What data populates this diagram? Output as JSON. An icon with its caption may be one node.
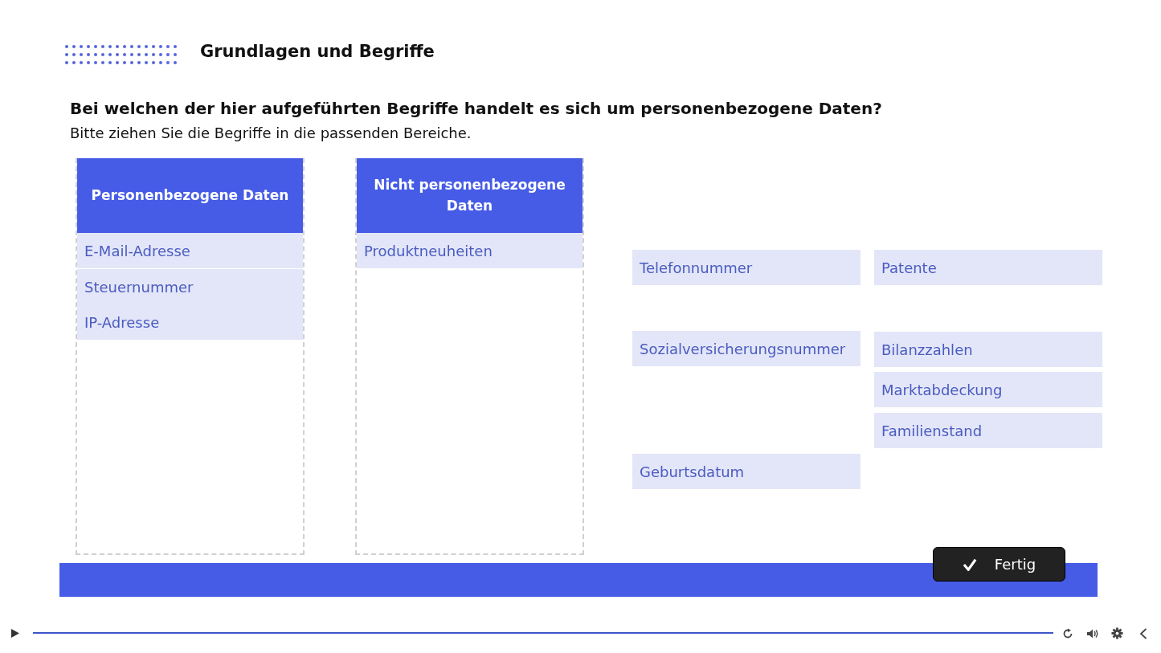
{
  "diagram": {
    "title": "Grundlagen und Begriffe",
    "nodes": [
      {
        "text": [
          "Personenbezogene Daten"
        ]
      },
      {
        "text": [
          "E-Mail-Adresse"
        ],
        "in": 0
      },
      {
        "text": [
          "Steuernummer"
        ],
        "in": 0
      },
      {
        "text": [
          "IP-Adresse"
        ],
        "in": 0
      },
      {
        "text": [
          "Nicht personenbezogene Daten"
        ]
      },
      {
        "text": [
          "Produktneuheiten"
        ],
        "in": 4
      },
      {
        "text": [
          "Telefonnummer"
        ]
      },
      {
        "text": [
          "Patente"
        ]
      },
      {
        "text": [
          "Sozialversicherungsnummer"
        ]
      },
      {
        "text": [
          "Bilanzzahlen"
        ]
      },
      {
        "text": [
          "Marktabdeckung"
        ]
      },
      {
        "text": [
          "Familienstand"
        ]
      },
      {
        "text": [
          "Geburtsdatum"
        ]
      }
    ],
    "edges": [],
    "labels": [
      "Bei welchen der hier aufgeführten Begriffe handelt es sich um personenbezogene Daten?",
      "Bitte ziehen Sie die Begriffe in die passenden Bereiche.",
      "Fertig"
    ]
  }
}
